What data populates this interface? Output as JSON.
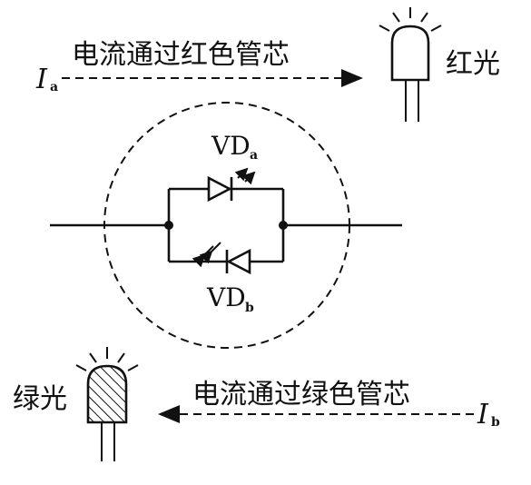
{
  "top": {
    "current_symbol": "I",
    "current_subscript": "a",
    "caption": "电流通过红色管芯",
    "light_label": "红光"
  },
  "bottom": {
    "current_symbol": "I",
    "current_subscript": "b",
    "caption": "电流通过绿色管芯",
    "light_label": "绿光"
  },
  "diodes": {
    "upper": {
      "name": "VD",
      "subscript": "a"
    },
    "lower": {
      "name": "VD",
      "subscript": "b"
    }
  }
}
